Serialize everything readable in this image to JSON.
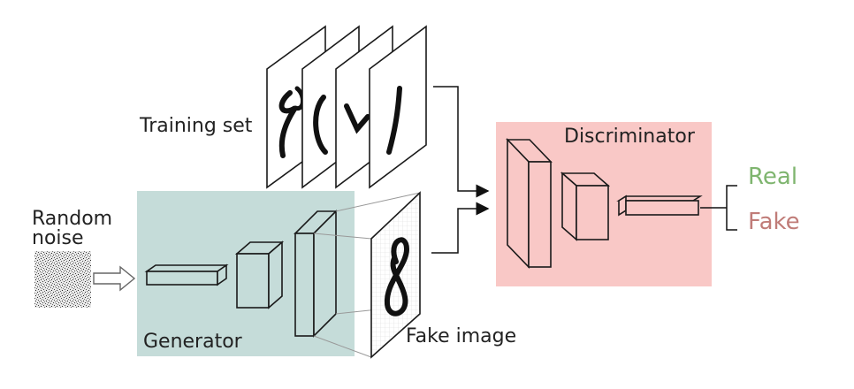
{
  "labels": {
    "training_set": "Training set",
    "random_noise_line1": "Random",
    "random_noise_line2": "noise",
    "generator": "Generator",
    "discriminator": "Discriminator",
    "fake_image": "Fake image",
    "real": "Real",
    "fake": "Fake"
  },
  "colors": {
    "generator_fill": "#c5dcd9",
    "discriminator_fill": "#f9c8c6",
    "real_text": "#7fb56f",
    "fake_text": "#c07c78",
    "stroke": "#1a1a1a",
    "text": "#222222"
  }
}
